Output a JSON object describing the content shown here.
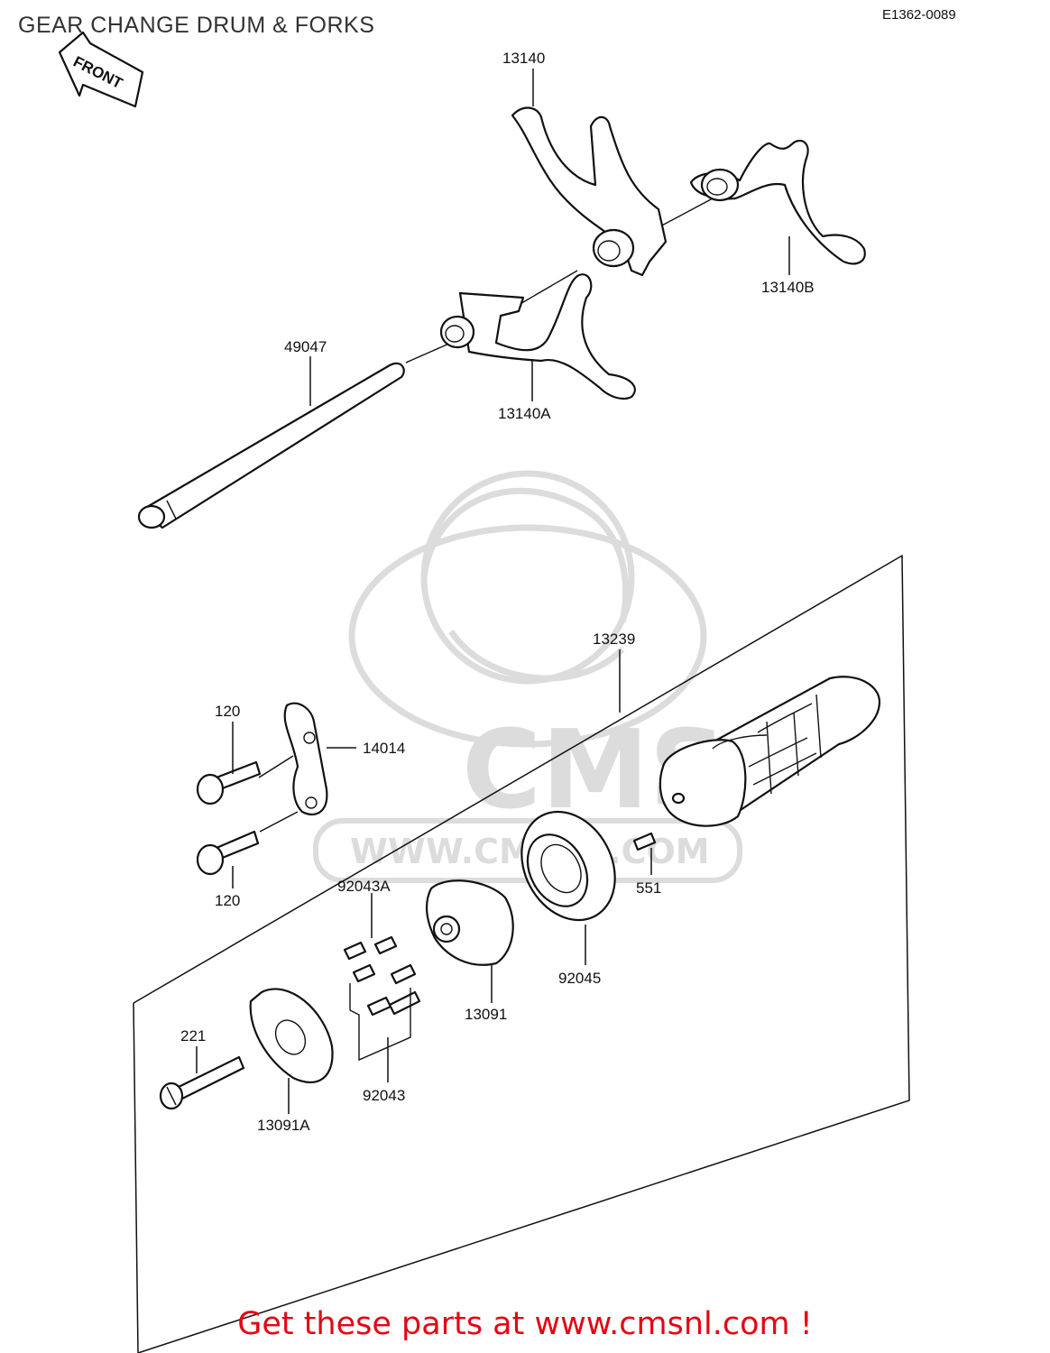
{
  "header": {
    "title": "GEAR CHANGE DRUM & FORKS",
    "diagram_code": "E1362-0089"
  },
  "front_arrow": {
    "label": "FRONT"
  },
  "watermark": {
    "text": "WWW.CMSNL.COM",
    "logo_text": "CMS"
  },
  "parts": {
    "p13140": "13140",
    "p13140B": "13140B",
    "p13140A": "13140A",
    "p49047": "49047",
    "p13239": "13239",
    "p120_top": "120",
    "p14014": "14014",
    "p120_bottom": "120",
    "p551": "551",
    "p92043A": "92043A",
    "p92045": "92045",
    "p13091": "13091",
    "p221": "221",
    "p92043": "92043",
    "p13091A": "13091A"
  },
  "footer": {
    "link_text": "Get these parts at www.cmsnl.com !"
  },
  "colors": {
    "footer": "#e30613",
    "line": "#111111",
    "watermark": "#dcdcdc"
  }
}
